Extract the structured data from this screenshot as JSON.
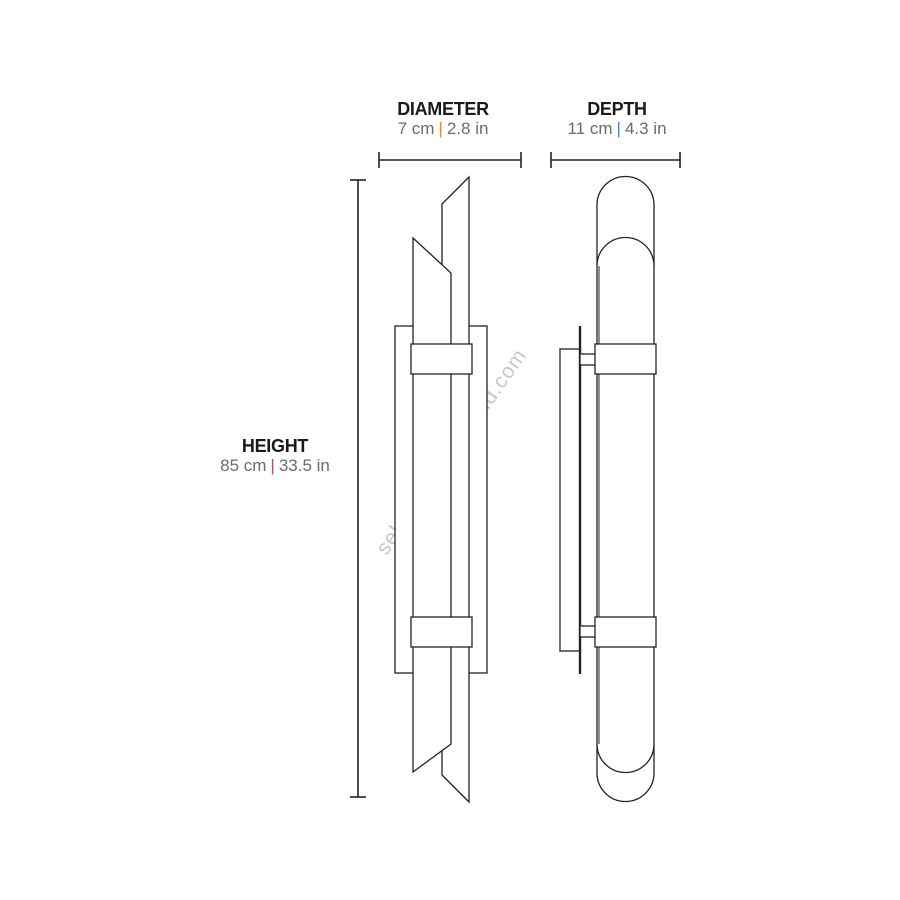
{
  "diameter": {
    "title": "DIAMETER",
    "cm": "7 cm",
    "in": "2.8 in",
    "separator": "|",
    "separator_color": "#e08a3c"
  },
  "depth": {
    "title": "DEPTH",
    "cm": "11 cm",
    "in": "4.3 in",
    "separator": "|",
    "separator_color": "#4a7fc0"
  },
  "height": {
    "title": "HEIGHT",
    "cm": "85 cm",
    "in": "33.5 in",
    "separator": "|",
    "separator_color": "#b04a7a"
  },
  "watermark": "select-interiorworld.com"
}
